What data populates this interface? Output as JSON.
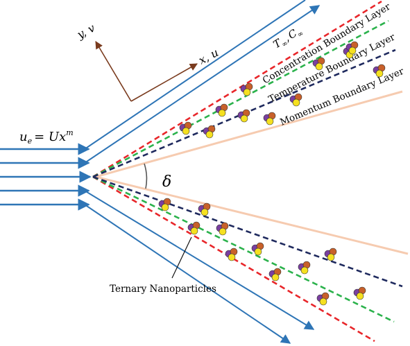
{
  "labels": {
    "inflow_lhs": "u",
    "inflow_lhs_sub": "e",
    "inflow_rhs": "= Ux",
    "inflow_exp": "m",
    "axis_y": "y, v",
    "axis_x": "x, u",
    "ambient_T": "T",
    "ambient_C": "C",
    "ambient_sub": "∞",
    "ambient_sep": ",",
    "concentration_layer": "Concentration Boundary Layer",
    "temperature_layer": "Temperature Boundary Layer",
    "momentum_layer": "Momentum Boundary Layer",
    "wedge_angle": "δ",
    "nanoparticles": "Ternary Nanoparticles"
  },
  "colors": {
    "flow_arrow": "#2e75b6",
    "concentration": "#e8262a",
    "temperature": "#2bb24c",
    "momentum_dashed": "#1f2a5e",
    "momentum_solid": "#f6cbb0",
    "axes": "#7a3b1e",
    "particle_purple": "#7a3fa0",
    "particle_orange": "#c8602a",
    "particle_yellow": "#f5e020"
  }
}
